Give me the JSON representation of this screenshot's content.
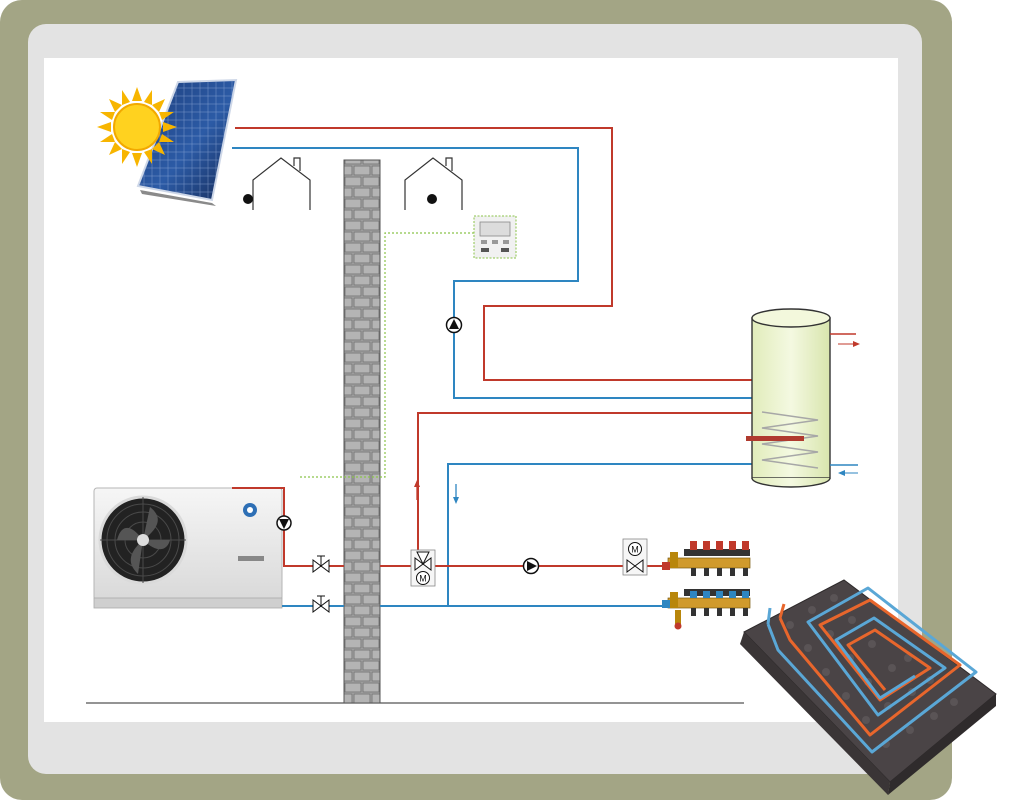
{
  "diagram": {
    "colors": {
      "frame": "#a3a585",
      "panel": "#e3e3e3",
      "hot_pipe": "#c0392b",
      "cold_pipe": "#2e86c1",
      "control_wire": "#8bc34a",
      "wall": "#9e9e9e",
      "tank_fill": "#eef5d2",
      "floor_pipe": "#e8662c",
      "floor_board": "#4a4446"
    },
    "components": [
      {
        "id": "solar-panel",
        "icon": "solar-panel-icon"
      },
      {
        "id": "sun",
        "icon": "sun-icon"
      },
      {
        "id": "outdoor-sensor",
        "icon": "house-sensor-icon"
      },
      {
        "id": "indoor-sensor",
        "icon": "house-sensor-icon"
      },
      {
        "id": "thermostat",
        "icon": "thermostat-icon"
      },
      {
        "id": "heat-pump",
        "icon": "heat-pump-icon"
      },
      {
        "id": "storage-tank",
        "icon": "tank-icon"
      },
      {
        "id": "brick-wall",
        "icon": "wall-icon"
      },
      {
        "id": "three-way-valve",
        "icon": "motorized-valve-icon"
      },
      {
        "id": "zone-valve",
        "icon": "motorized-valve-icon"
      },
      {
        "id": "manifold",
        "icon": "manifold-icon"
      },
      {
        "id": "underfloor-heating",
        "icon": "underfloor-panel-icon"
      }
    ],
    "valve_label": "M"
  }
}
